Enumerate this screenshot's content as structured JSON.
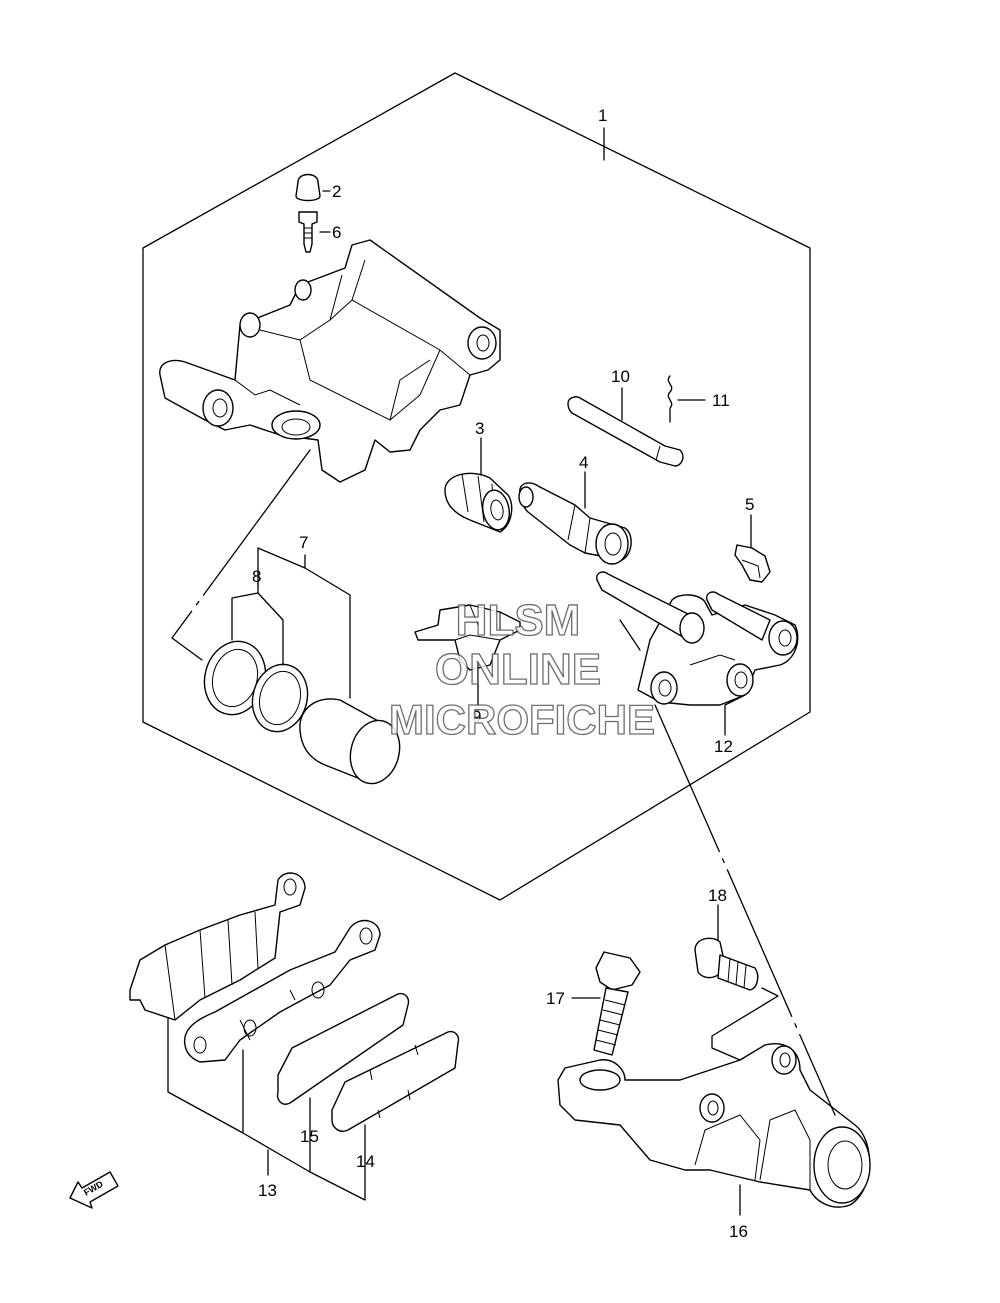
{
  "callouts": {
    "p1": "1",
    "p2": "2",
    "p3": "3",
    "p4": "4",
    "p5": "5",
    "p6": "6",
    "p7": "7",
    "p8": "8",
    "p9": "9",
    "p10": "10",
    "p11": "11",
    "p12": "12",
    "p13": "13",
    "p14": "14",
    "p15": "15",
    "p16": "16",
    "p17": "17",
    "p18": "18"
  },
  "watermark": {
    "line1": "HLSM",
    "line2": "ONLINE",
    "line3": "MICROFICHE"
  },
  "fwd_label": "FWD"
}
